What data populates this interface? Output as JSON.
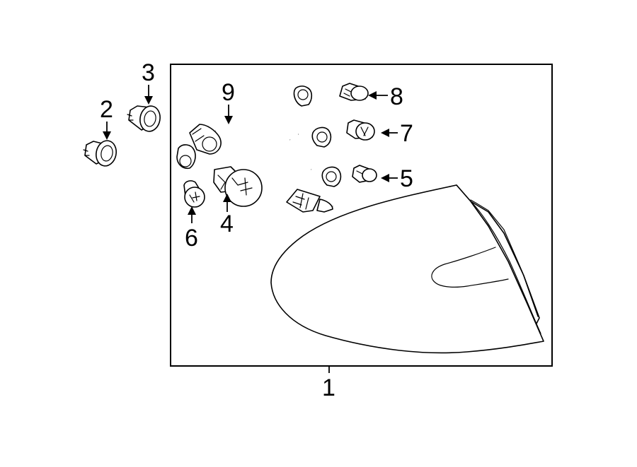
{
  "diagram": {
    "callouts": [
      {
        "id": "1",
        "label": "1"
      },
      {
        "id": "2",
        "label": "2"
      },
      {
        "id": "3",
        "label": "3"
      },
      {
        "id": "4",
        "label": "4"
      },
      {
        "id": "5",
        "label": "5"
      },
      {
        "id": "6",
        "label": "6"
      },
      {
        "id": "7",
        "label": "7"
      },
      {
        "id": "8",
        "label": "8"
      },
      {
        "id": "9",
        "label": "9"
      }
    ],
    "colors": {
      "ink": "#000000",
      "paper": "#ffffff"
    }
  }
}
